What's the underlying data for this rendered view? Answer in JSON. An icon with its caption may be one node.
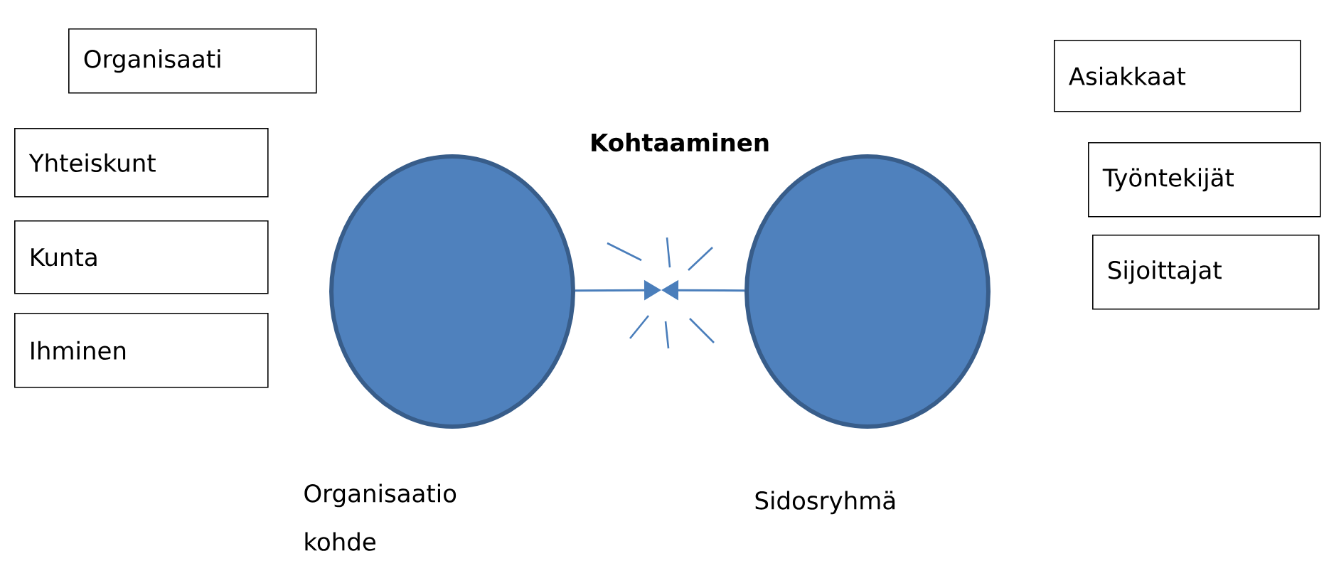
{
  "diagram": {
    "nodes": [
      {
        "text": [
          "Organisaati"
        ]
      },
      {
        "text": [
          "Yhteiskunt"
        ]
      },
      {
        "text": [
          "Kunta"
        ]
      },
      {
        "text": [
          "Ihminen"
        ]
      },
      {
        "text": [
          "Asiakkaat"
        ]
      },
      {
        "text": [
          "Työntekijät"
        ]
      },
      {
        "text": [
          "Sijoittajat"
        ]
      },
      {
        "text": [],
        "shape": "circle",
        "beside": [
          "Organisaatio kohde"
        ]
      },
      {
        "text": [],
        "shape": "circle",
        "beside": [
          "Sidosryhmä"
        ]
      }
    ],
    "edges": [
      {
        "from": 7,
        "to": null,
        "arrow": "to"
      },
      {
        "from": 8,
        "to": null,
        "arrow": "to"
      }
    ],
    "labels": [
      "Kohtaaminen"
    ]
  }
}
